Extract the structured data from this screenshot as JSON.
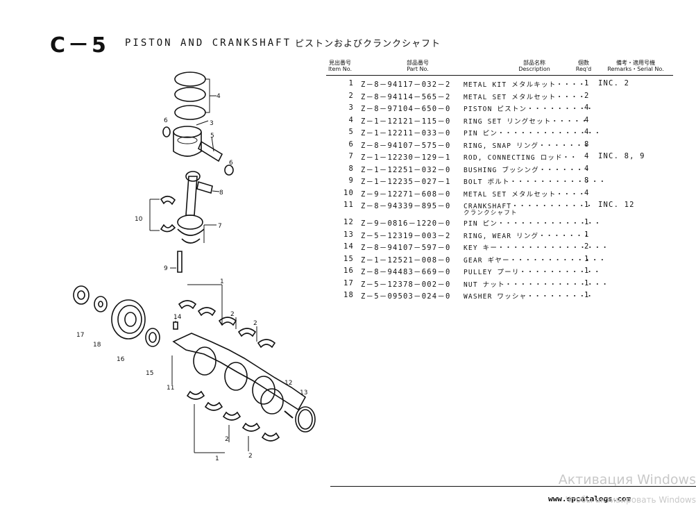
{
  "header": {
    "code": "C－5",
    "title": "PISTON AND CRANKSHAFT",
    "title_jp": "ピストンおよびクランクシャフト"
  },
  "table": {
    "headers": {
      "no_jp": "見出番号",
      "no_en": "Item No.",
      "part_jp": "部品番号",
      "part_en": "Part No.",
      "desc_jp": "部品名称",
      "desc_en": "Description",
      "req_jp": "個数",
      "req_en": "Req'd",
      "rem_jp": "備考・適用号機",
      "rem_en": "Remarks・Serial No."
    },
    "rows": [
      {
        "no": "1",
        "part": "Z－8－94117－032－2",
        "desc": "METAL KIT メタルキット・・・・",
        "req": "1",
        "rem": "INC. 2"
      },
      {
        "no": "2",
        "part": "Z－8－94114－565－2",
        "desc": "METAL SET メタルセット・・・・",
        "req": "2",
        "rem": ""
      },
      {
        "no": "3",
        "part": "Z－8－97104－650－0",
        "desc": "PISTON ピストン・・・・・・・・・",
        "req": "4",
        "rem": ""
      },
      {
        "no": "4",
        "part": "Z－1－12121－115－0",
        "desc": "RING SET リングセット・・・・・",
        "req": "4",
        "rem": ""
      },
      {
        "no": "5",
        "part": "Z－1－12211－033－0",
        "desc": "PIN ピン・・・・・・・・・・・・・・",
        "req": "4",
        "rem": ""
      },
      {
        "no": "6",
        "part": "Z－8－94107－575－0",
        "desc": "RING, SNAP リング・・・・・・・",
        "req": "8",
        "rem": ""
      },
      {
        "no": "7",
        "part": "Z－1－12230－129－1",
        "desc": "ROD, CONNECTING ロッド・・",
        "req": "4",
        "rem": "INC. 8, 9"
      },
      {
        "no": "8",
        "part": "Z－1－12251－032－0",
        "desc": "BUSHING ブッシング・・・・・・・",
        "req": "4",
        "rem": ""
      },
      {
        "no": "9",
        "part": "Z－1－12235－027－1",
        "desc": "BOLT ボルト・・・・・・・・・・・・・",
        "req": "8",
        "rem": ""
      },
      {
        "no": "10",
        "part": "Z－9－12271－608－0",
        "desc": "METAL SET メタルセット・・・・",
        "req": "4",
        "rem": ""
      },
      {
        "no": "11",
        "part": "Z－8－94339－895－0",
        "desc": "CRANKSHAFT・・・・・・・・・・・",
        "desc_sub": "クランクシャフト",
        "req": "1",
        "rem": "INC. 12"
      },
      {
        "no": "12",
        "part": "Z－9－0816－1220－0",
        "desc": "PIN ピン・・・・・・・・・・・・・・",
        "req": "1",
        "rem": ""
      },
      {
        "no": "13",
        "part": "Z－5－12319－003－2",
        "desc": "RING, WEAR リング・・・・・・・",
        "req": "1",
        "rem": ""
      },
      {
        "no": "14",
        "part": "Z－8－94107－597－0",
        "desc": "KEY キー・・・・・・・・・・・・・・・",
        "req": "2",
        "rem": ""
      },
      {
        "no": "15",
        "part": "Z－1－12521－008－0",
        "desc": "GEAR ギヤー・・・・・・・・・・・・・",
        "req": "1",
        "rem": ""
      },
      {
        "no": "16",
        "part": "Z－8－94483－669－0",
        "desc": "PULLEY プーリ・・・・・・・・・・・",
        "req": "1",
        "rem": ""
      },
      {
        "no": "17",
        "part": "Z－5－12378－002－0",
        "desc": "NUT ナット・・・・・・・・・・・・・・",
        "req": "1",
        "rem": ""
      },
      {
        "no": "18",
        "part": "Z－5－09503－024－0",
        "desc": "WASHER ワッシャ・・・・・・・・・",
        "req": "1",
        "rem": ""
      }
    ]
  },
  "diagram": {
    "callouts": [
      "1",
      "2",
      "3",
      "4",
      "5",
      "6",
      "7",
      "8",
      "9",
      "10",
      "11",
      "12",
      "13",
      "14",
      "15",
      "16",
      "17",
      "18"
    ]
  },
  "footer": {
    "url": "www.epcatalogs.com",
    "watermark": "Активация Windows",
    "watermark_sub": "Чтобы активировать Windows"
  }
}
